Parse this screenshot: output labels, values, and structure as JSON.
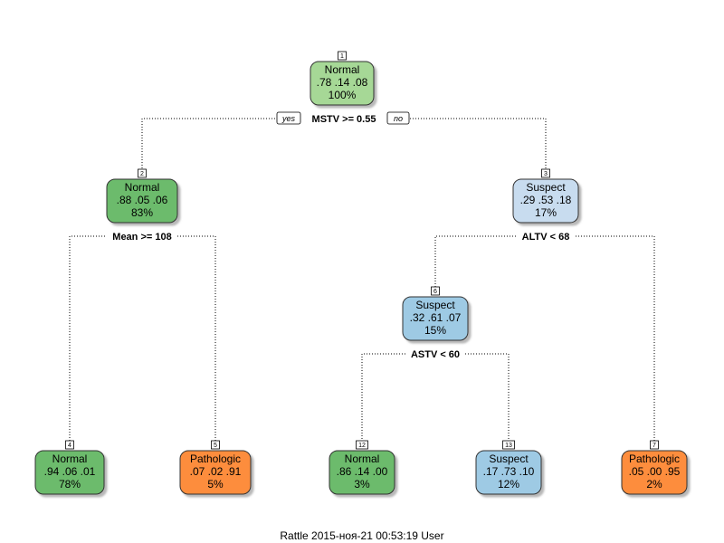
{
  "tree": {
    "nodes": [
      {
        "num": "1",
        "class": "Normal",
        "probs": ".78  .14  .08",
        "pct": "100%",
        "color": "#a6d896"
      },
      {
        "num": "2",
        "class": "Normal",
        "probs": ".88  .05  .06",
        "pct": "83%",
        "color": "#6cbb6c"
      },
      {
        "num": "3",
        "class": "Suspect",
        "probs": ".29  .53  .18",
        "pct": "17%",
        "color": "#c8dcef"
      },
      {
        "num": "6",
        "class": "Suspect",
        "probs": ".32  .61  .07",
        "pct": "15%",
        "color": "#9ecae4"
      },
      {
        "num": "4",
        "class": "Normal",
        "probs": ".94  .06  .01",
        "pct": "78%",
        "color": "#6cbb6c"
      },
      {
        "num": "5",
        "class": "Pathologic",
        "probs": ".07  .02  .91",
        "pct": "5%",
        "color": "#fd8d3c"
      },
      {
        "num": "12",
        "class": "Normal",
        "probs": ".86  .14  .00",
        "pct": "3%",
        "color": "#6cbb6c"
      },
      {
        "num": "13",
        "class": "Suspect",
        "probs": ".17  .73  .10",
        "pct": "12%",
        "color": "#9ecae4"
      },
      {
        "num": "7",
        "class": "Pathologic",
        "probs": ".05  .00  .95",
        "pct": "2%",
        "color": "#fd8d3c"
      }
    ],
    "splits": [
      "MSTV >= 0.55",
      "Mean >= 108",
      "ALTV < 68",
      "ASTV < 60"
    ],
    "yes_label": "yes",
    "no_label": "no"
  },
  "caption": "Rattle 2015-ноя-21 00:53:19 User"
}
